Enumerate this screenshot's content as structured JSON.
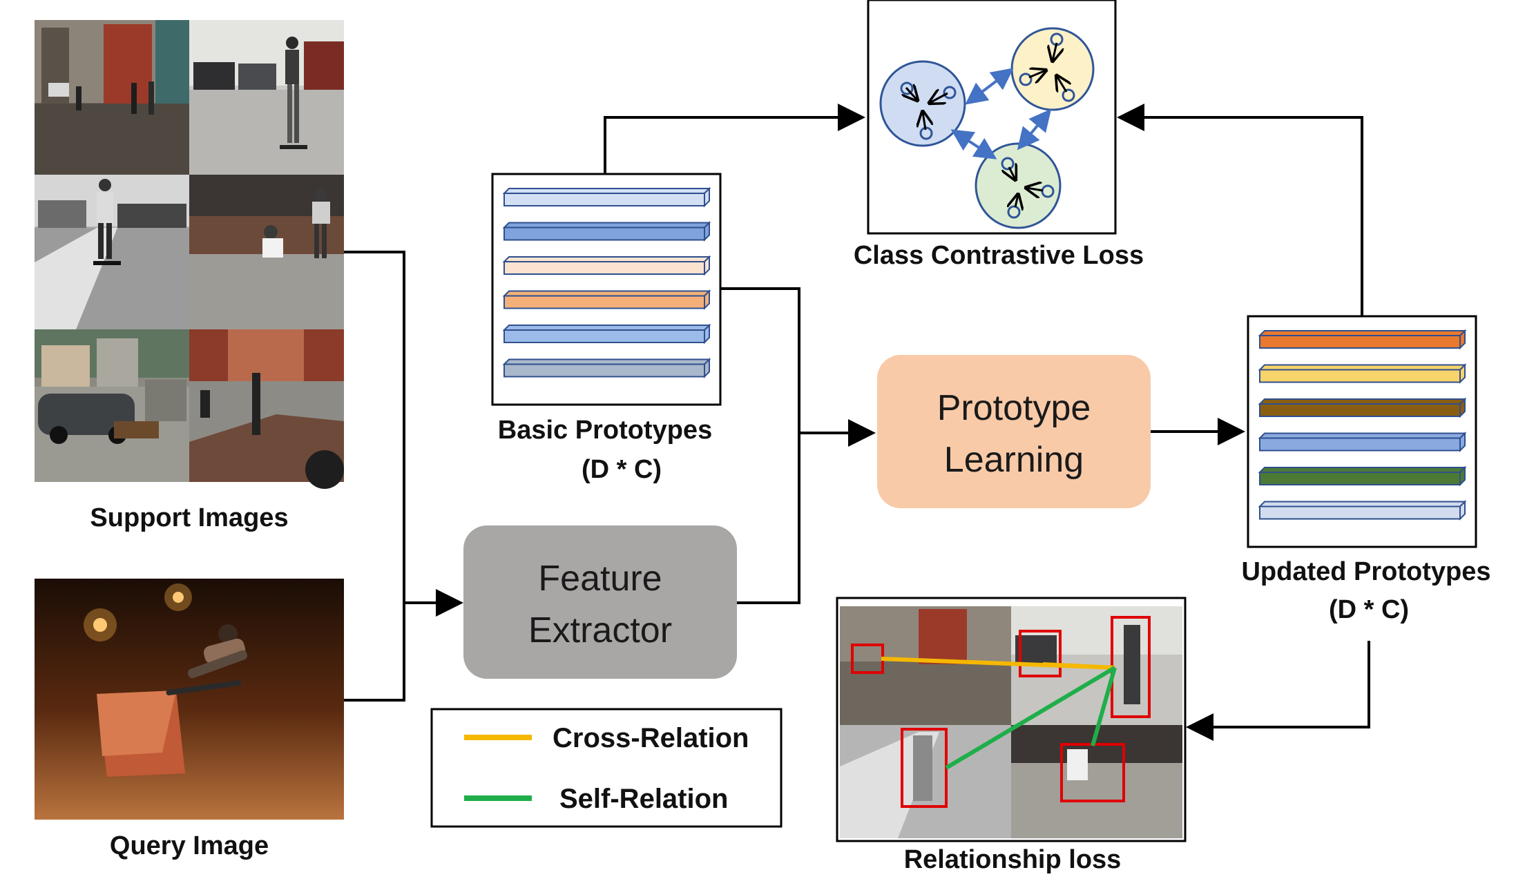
{
  "labels": {
    "support_images": "Support Images",
    "query_image": "Query Image",
    "basic_prototypes_line1": "Basic Prototypes",
    "basic_prototypes_line2": "(D * C)",
    "class_contrastive_loss": "Class Contrastive Loss",
    "updated_prototypes_line1": "Updated Prototypes",
    "updated_prototypes_line2": "(D * C)",
    "relationship_loss": "Relationship loss"
  },
  "modules": {
    "feature_extractor_line1": "Feature",
    "feature_extractor_line2": "Extractor",
    "prototype_learning_line1": "Prototype",
    "prototype_learning_line2": "Learning"
  },
  "legend": {
    "cross_relation": "Cross-Relation",
    "self_relation": "Self-Relation",
    "cross_color": "#f5b800",
    "self_color": "#1fae4a"
  },
  "colors": {
    "feature_extractor_fill": "#a9a7a6",
    "prototype_learning_fill": "#f8caa8",
    "arrow": "#000000",
    "box_outline": "#e00000",
    "cluster_blue": "#cfdcf2",
    "cluster_yellow": "#fdf1c8",
    "cluster_green": "#dcecd2"
  },
  "basic_prototype_bars": [
    "#d3e0f4",
    "#7fa3dc",
    "#fbe3cf",
    "#f5b07a",
    "#9dbbe9",
    "#aab8cc"
  ],
  "updated_prototype_bars": [
    "#e8792f",
    "#f7d36a",
    "#8a5e12",
    "#89a9df",
    "#4c7a34",
    "#d2dcee"
  ]
}
